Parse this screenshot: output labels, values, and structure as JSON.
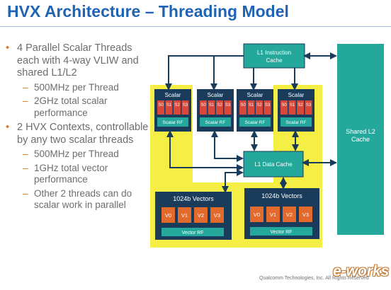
{
  "title": "HVX Architecture – Threading Model",
  "bullets": [
    {
      "text": "4 Parallel Scalar Threads each with 4-way VLIW and shared L1/L2",
      "subs": [
        "500MHz per Thread",
        "2GHz total scalar performance"
      ]
    },
    {
      "text": "2 HVX Contexts, controllable by any two scalar threads",
      "subs": [
        "500MHz per Thread",
        "1GHz total vector performance",
        "Other 2 threads can do scalar work in parallel"
      ]
    }
  ],
  "diagram": {
    "l1_icache": [
      "L1 Instruction",
      "Cache"
    ],
    "shared_l2": [
      "Shared L2",
      "Cache"
    ],
    "l1_dcache": "L1 Data Cache",
    "scalar_units": [
      {
        "title": "Scalar",
        "slots": [
          "S0",
          "S1",
          "S2",
          "S3"
        ],
        "rf": "Scalar RF"
      },
      {
        "title": "Scalar",
        "slots": [
          "S0",
          "S1",
          "S2",
          "S3"
        ],
        "rf": "Scalar RF"
      },
      {
        "title": "Scalar",
        "slots": [
          "S0",
          "S1",
          "S2",
          "S3"
        ],
        "rf": "Scalar RF"
      },
      {
        "title": "Scalar",
        "slots": [
          "S0",
          "S1",
          "S2",
          "S3"
        ],
        "rf": "Scalar RF"
      }
    ],
    "vector_units": [
      {
        "title": "1024b Vectors",
        "slots": [
          "V0",
          "V1",
          "V2",
          "V3"
        ],
        "rf": "Vector RF"
      },
      {
        "title": "1024b Vectors",
        "slots": [
          "V0",
          "V1",
          "V2",
          "V3"
        ],
        "rf": "Vector RF"
      }
    ]
  },
  "footer": "Qualcomm Technologies, Inc. All Rights Reserved",
  "watermark": "e-works",
  "colors": {
    "title": "#1f64b4",
    "teal": "#24a89b",
    "navy": "#1a3c5a",
    "yellow": "#f4ee45",
    "red": "#d8473a",
    "orange": "#e26a2c"
  }
}
